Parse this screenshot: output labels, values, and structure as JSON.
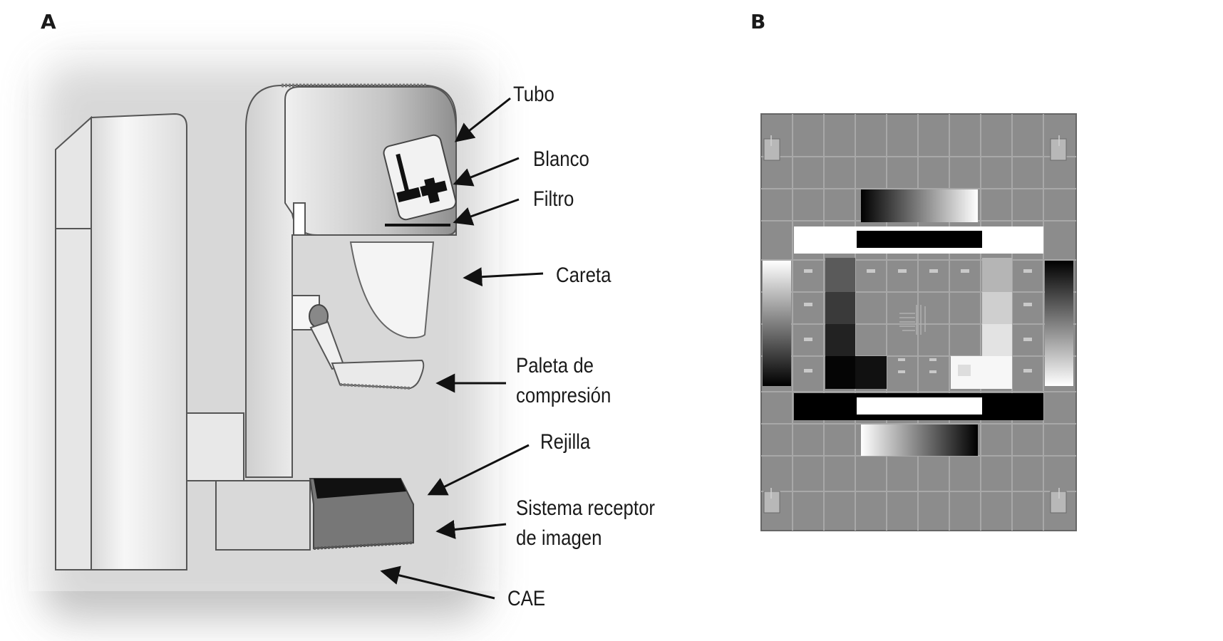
{
  "panels": {
    "a": {
      "letter": "A"
    },
    "b": {
      "letter": "B"
    }
  },
  "labels": {
    "tubo": "Tubo",
    "blanco": "Blanco",
    "filtro": "Filtro",
    "careta": "Careta",
    "paleta_line1": "Paleta de",
    "paleta_line2": "compresión",
    "rejilla": "Rejilla",
    "sistema_line1": "Sistema receptor",
    "sistema_line2": "de imagen",
    "cae": "CAE"
  },
  "colors": {
    "text": "#1a1a1a",
    "phantom_gray": "#8a8a8a",
    "phantom_grid": "#a9a9a9"
  },
  "icons": {
    "arrow": "arrow-pointer",
    "mammography_unit": "mammography-unit-illustration",
    "test_phantom": "quality-control-test-pattern"
  }
}
